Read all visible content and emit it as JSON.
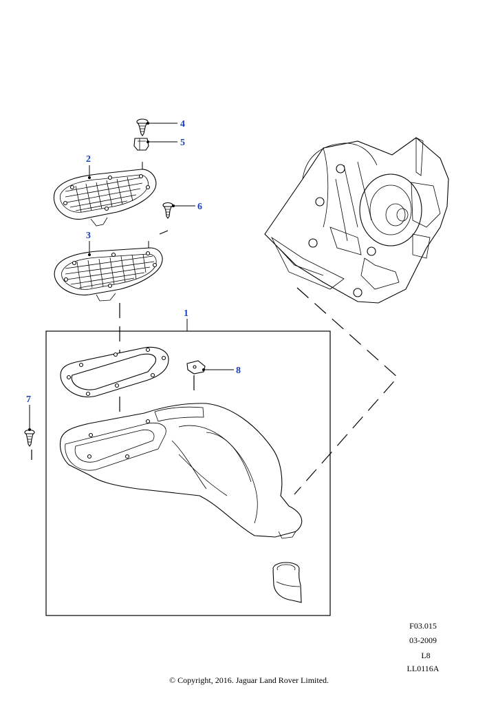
{
  "callouts": {
    "c1": "1",
    "c2": "2",
    "c3": "3",
    "c4": "4",
    "c5": "5",
    "c6": "6",
    "c7": "7",
    "c8": "8"
  },
  "footer": {
    "figure_code": "F03.015",
    "date": "03-2009",
    "model": "L8",
    "illustration_id": "LL0116A",
    "copyright": "© Copyright, 2016. Jaguar Land Rover Limited."
  },
  "colors": {
    "callout_blue": "#1a3fb8",
    "line": "#000000",
    "background": "#ffffff"
  }
}
